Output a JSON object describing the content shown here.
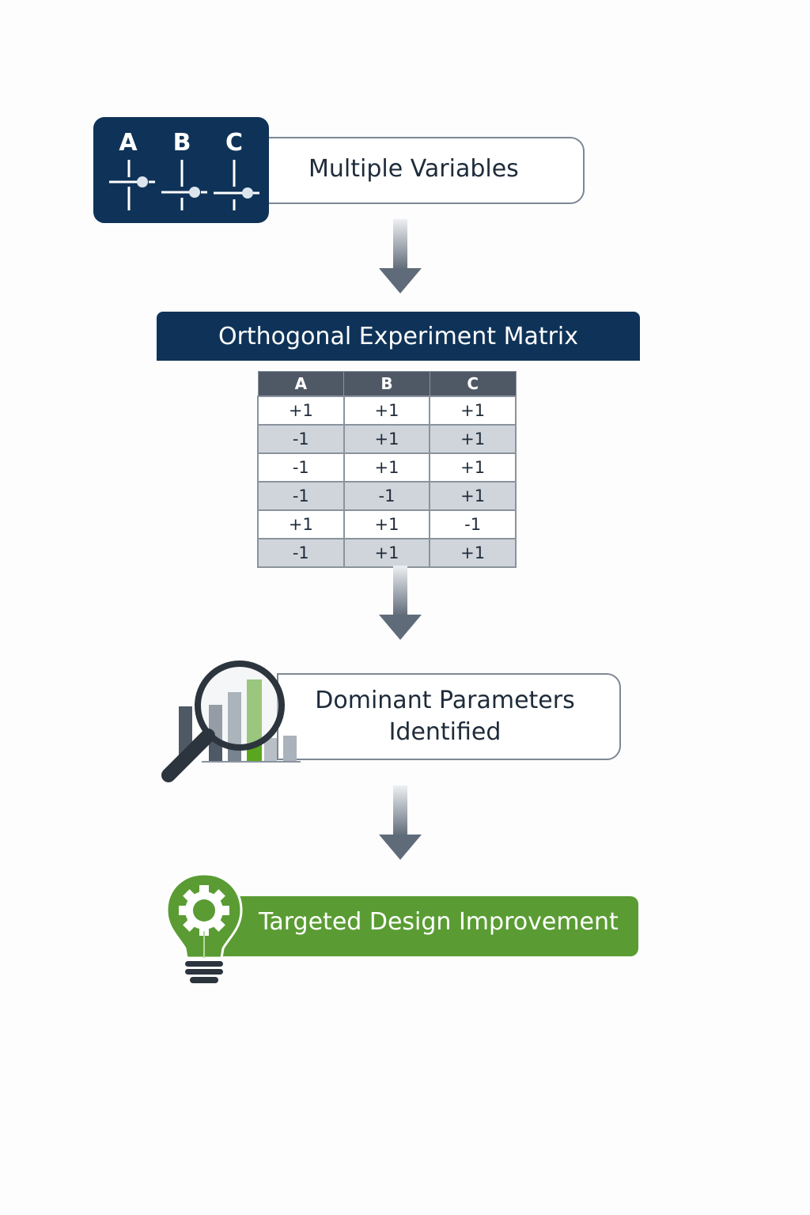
{
  "step1": {
    "variables": [
      "A",
      "B",
      "C"
    ],
    "label": "Multiple Variables"
  },
  "step2": {
    "title": "Orthogonal Experiment Matrix",
    "columns": [
      "A",
      "B",
      "C"
    ],
    "rows": [
      [
        "+1",
        "+1",
        "+1"
      ],
      [
        "-1",
        "+1",
        "+1"
      ],
      [
        "-1",
        "+1",
        "+1"
      ],
      [
        "-1",
        "-1",
        "+1"
      ],
      [
        "+1",
        "+1",
        "-1"
      ],
      [
        "-1",
        "+1",
        "+1"
      ]
    ]
  },
  "step3": {
    "line1": "Dominant Parameters",
    "line2": "Identified"
  },
  "step4": {
    "label": "Targeted Design Improvement"
  },
  "colors": {
    "navy": "#0f3358",
    "green": "#5a9c33",
    "gray": "#7d8894"
  }
}
